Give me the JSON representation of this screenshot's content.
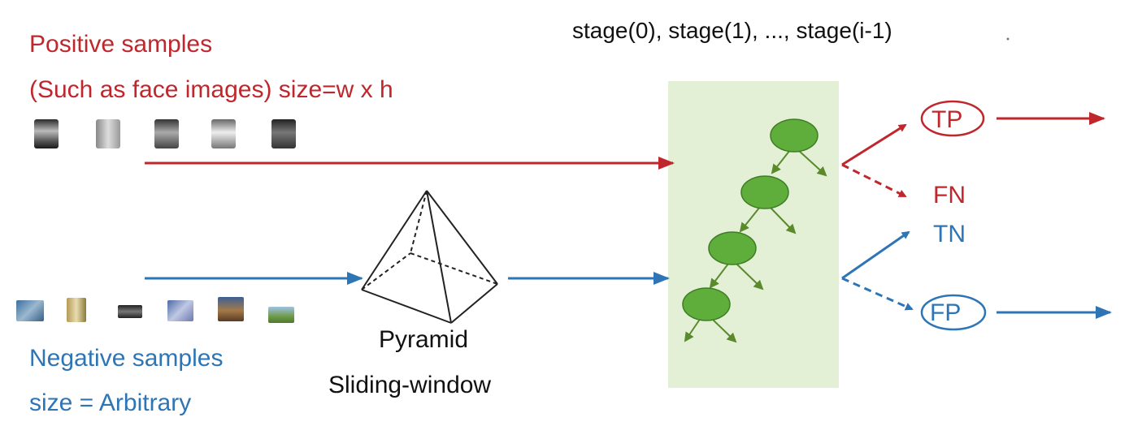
{
  "stages_label": "stage(0), stage(1), ..., stage(i-1)",
  "positive": {
    "line1": "Positive samples",
    "line2": "(Such as face images) size=w x h"
  },
  "negative": {
    "line1": "Negative samples",
    "line2": "size = Arbitrary"
  },
  "pyramid": {
    "line1": "Pyramid",
    "line2": "Sliding-window"
  },
  "outcomes": {
    "tp": "TP",
    "fn": "FN",
    "tn": "TN",
    "fp": "FP"
  },
  "colors": {
    "positive": "#c0272d",
    "negative": "#2e75b6",
    "cascade_bg": "#e3f0d6",
    "node": "#5fae3c"
  }
}
